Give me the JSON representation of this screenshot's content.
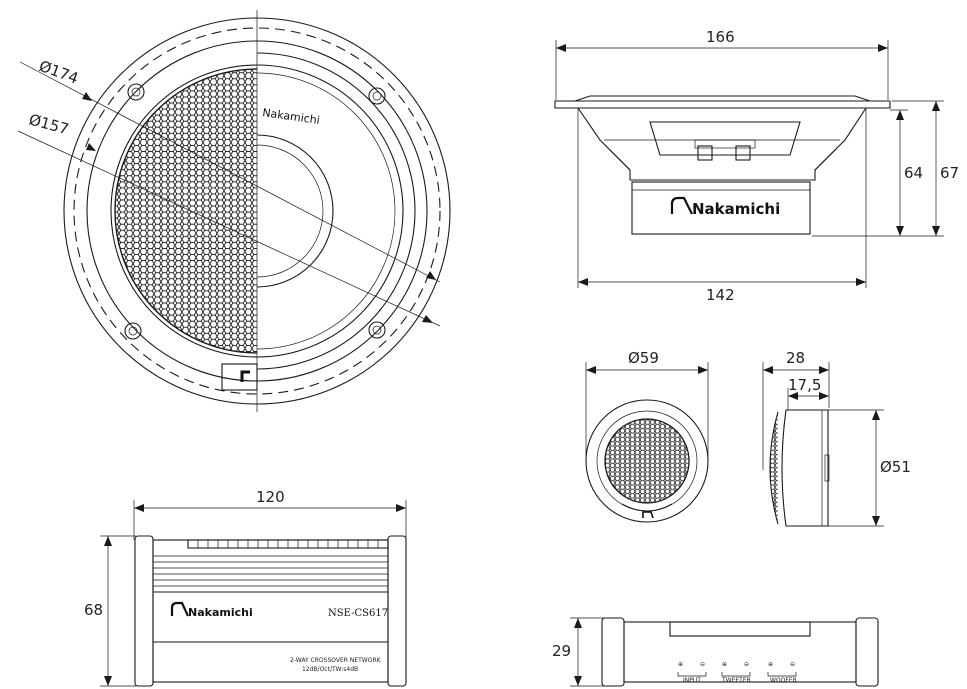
{
  "brand": "Nakamichi",
  "model": "NSE-CS617",
  "crossover_line1": "2-WAY CROSSOVER NETWORK",
  "crossover_line2": "12dB/Oct/TW:s4dB",
  "terminals": {
    "input": "INPUT",
    "tweeter": "TWEETER",
    "woofer": "WOOFER",
    "plus": "⊕",
    "minus": "⊖"
  },
  "dimensions": {
    "outer_diameter": "Ø174",
    "inner_diameter": "Ø157",
    "woofer_width": "166",
    "woofer_depth": "64",
    "woofer_total_depth": "67",
    "woofer_basket": "142",
    "tweeter_diameter": "Ø59",
    "tweeter_depth": "28",
    "tweeter_mount_depth": "17,5",
    "tweeter_dome": "Ø51",
    "crossover_length": "120",
    "crossover_width": "68",
    "crossover_height": "29"
  }
}
